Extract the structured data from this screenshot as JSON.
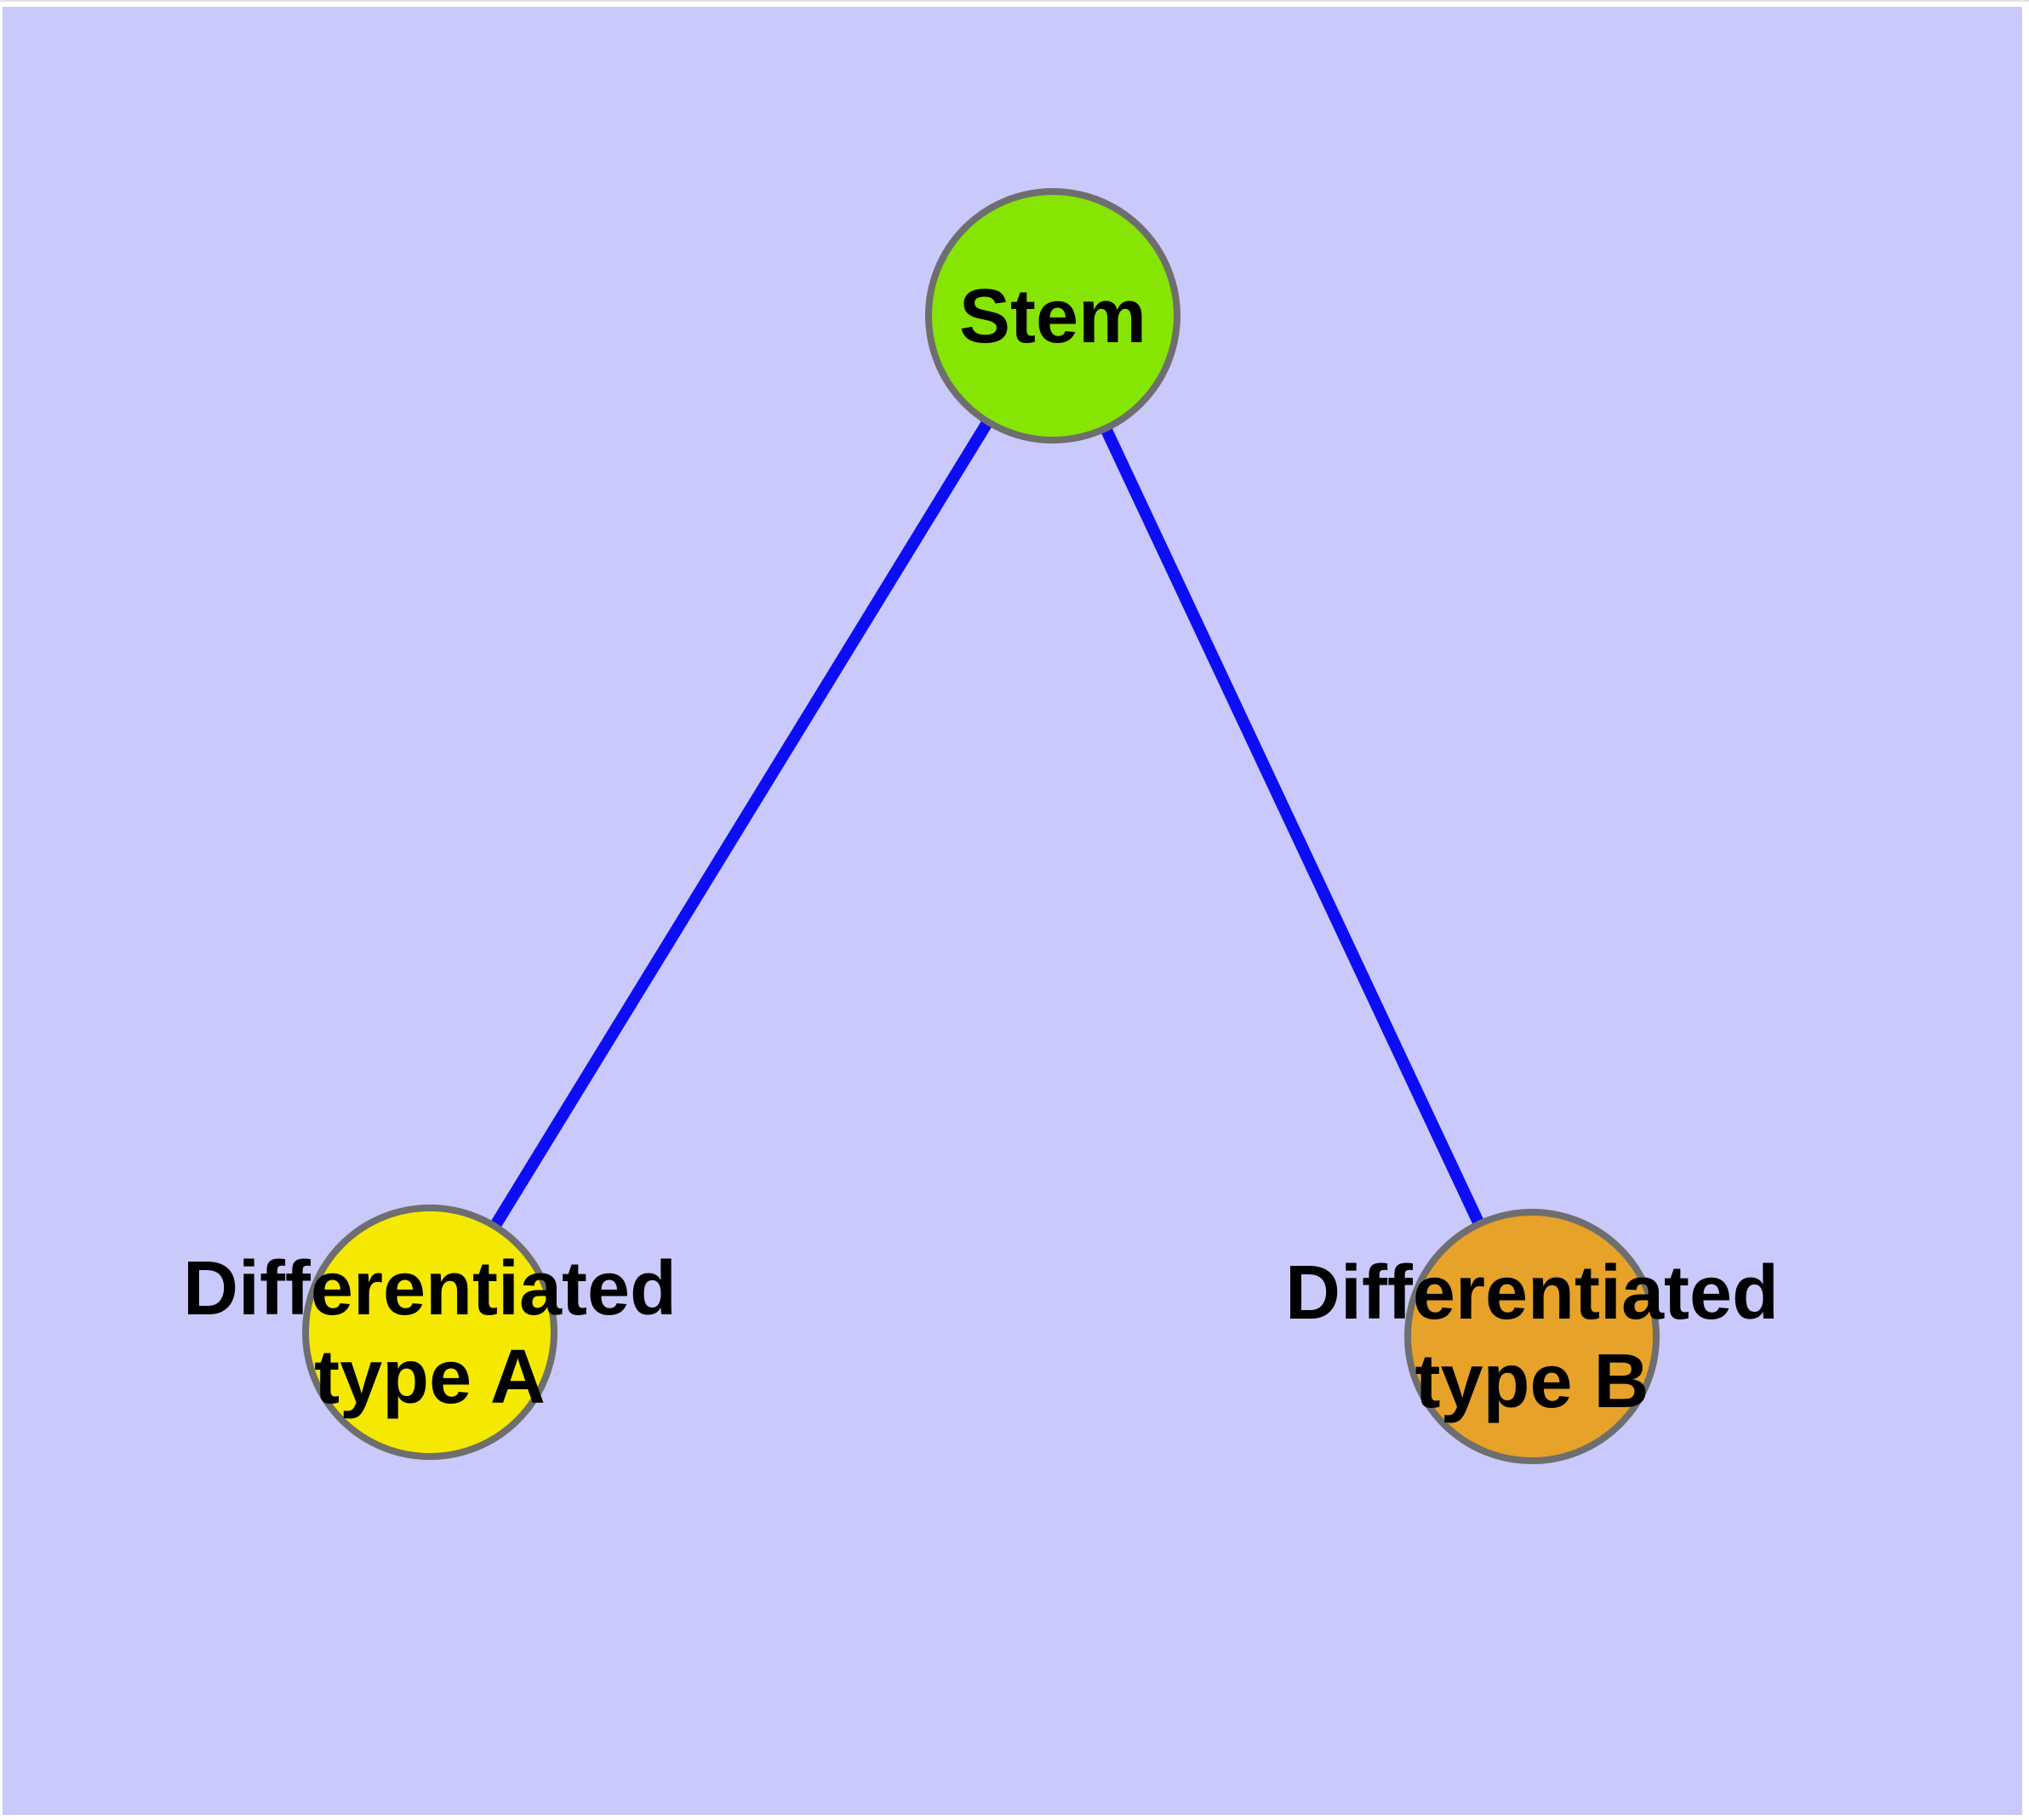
{
  "diagram": {
    "type": "node-link-graph",
    "panel_color": "#c9c9fb",
    "figure_margin_color": "#ffffff",
    "edge_color": "#0d0df5",
    "node_border_color": "#6e6e6e",
    "label_color": "#000000",
    "nodes": [
      {
        "id": "stem",
        "label": "Stem",
        "line1": "Stem",
        "line2": "",
        "fill": "#86e502"
      },
      {
        "id": "differentiated-type-a",
        "label": "Differentiated type A",
        "line1": "Differentiated",
        "line2": "type A",
        "fill": "#f5e900"
      },
      {
        "id": "differentiated-type-b",
        "label": "Differentiated type B",
        "line1": "Differentiated",
        "line2": "type B",
        "fill": "#e6a229"
      }
    ],
    "edges": [
      {
        "from": "Stem",
        "to": "Differentiated type A"
      },
      {
        "from": "Stem",
        "to": "Differentiated type B"
      }
    ]
  }
}
